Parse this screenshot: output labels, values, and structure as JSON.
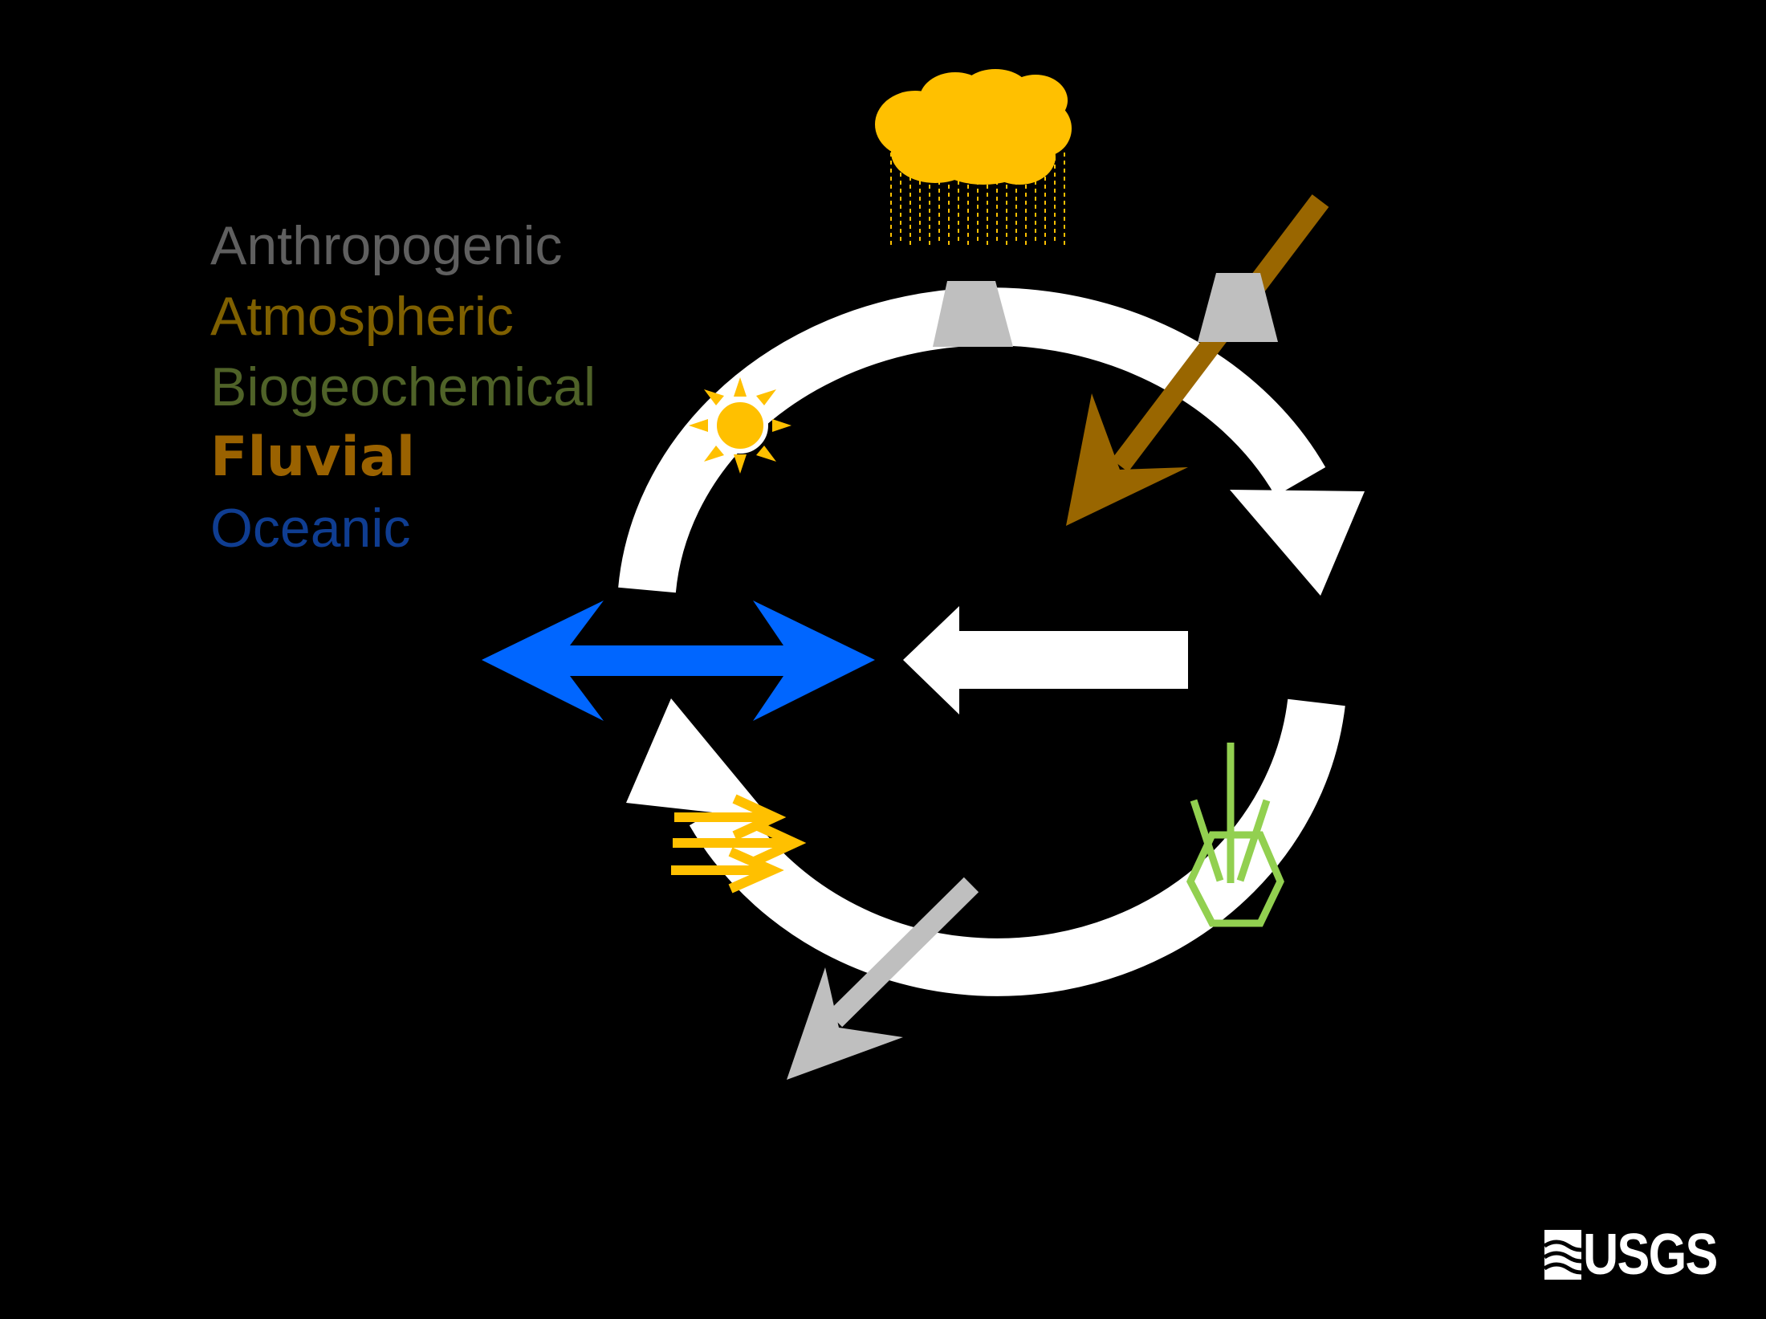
{
  "legend": {
    "items": [
      {
        "label": "Anthropogenic",
        "color": "#5f5f5f"
      },
      {
        "label": "Atmospheric",
        "color": "#7f6000"
      },
      {
        "label": "Biogeochemical",
        "color": "#4f6228"
      },
      {
        "label": "Fluvial",
        "color": "#9a6200"
      },
      {
        "label": "Oceanic",
        "color": "#0f3d91"
      }
    ]
  },
  "logo": {
    "text": "USGS"
  },
  "colors": {
    "background": "#000000",
    "cycle_ring": "#ffffff",
    "rain_cloud": "#ffc000",
    "sun": "#ffc000",
    "wind_arrows": "#ffc000",
    "fluvial_arrow": "#996600",
    "oceanic_arrow": "#0066ff",
    "anthropogenic_arrow": "#bfbfbf",
    "structures": "#bfbfbf",
    "plant": "#92d050"
  },
  "icons": [
    "rain-cloud-icon",
    "sun-icon",
    "wind-arrows-icon",
    "plant-pot-icon",
    "dam-structure-icon",
    "usgs-logo-icon"
  ]
}
